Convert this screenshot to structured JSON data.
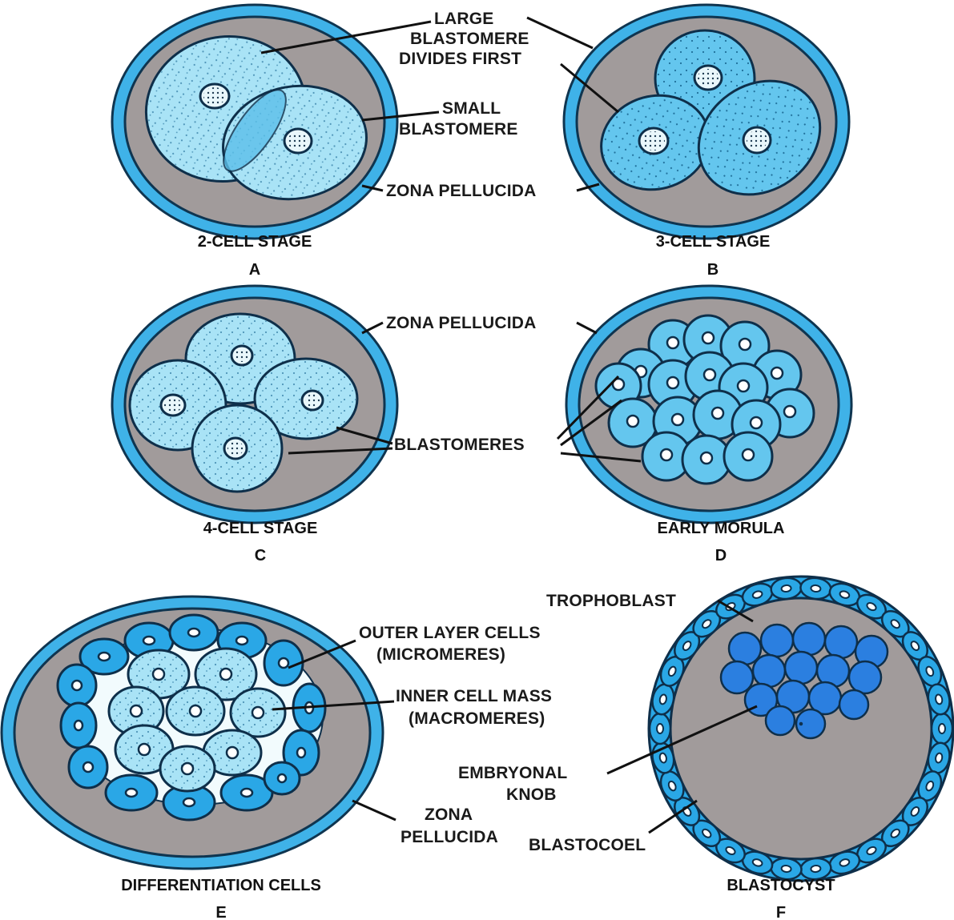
{
  "colors": {
    "zona": "#3fb2e8",
    "perivitelline": "#a19b9b",
    "cytoplasm": "#a9e3f6",
    "outer_cells": "#2aa7e6",
    "inner_mass": "#2b7fe0"
  },
  "panels": [
    {
      "id": "A",
      "letter": "A",
      "caption": "2-CELL STAGE"
    },
    {
      "id": "B",
      "letter": "B",
      "caption": "3-CELL STAGE"
    },
    {
      "id": "C",
      "letter": "C",
      "caption": "4-CELL STAGE"
    },
    {
      "id": "D",
      "letter": "D",
      "caption": "EARLY MORULA"
    },
    {
      "id": "E",
      "letter": "E",
      "caption": "DIFFERENTIATION CELLS"
    },
    {
      "id": "F",
      "letter": "F",
      "caption": "BLASTOCYST"
    }
  ],
  "labels": {
    "large_blastomere": [
      "LARGE",
      "BLASTOMERE",
      "DIVIDES FIRST"
    ],
    "small_blastomere": [
      "SMALL",
      "BLASTOMERE"
    ],
    "zona_ab": "ZONA PELLUCIDA",
    "zona_cd": "ZONA PELLUCIDA",
    "blastomeres": "BLASTOMERES",
    "outer_layer": [
      "OUTER LAYER CELLS",
      "(MICROMERES)"
    ],
    "inner_mass": [
      "INNER CELL MASS",
      "(MACROMERES)"
    ],
    "zona_e": [
      "ZONA",
      "PELLUCIDA"
    ],
    "trophoblast": "TROPHOBLAST",
    "embryonal_knob": [
      "EMBRYONAL",
      "KNOB"
    ],
    "blastocoel": "BLASTOCOEL"
  }
}
